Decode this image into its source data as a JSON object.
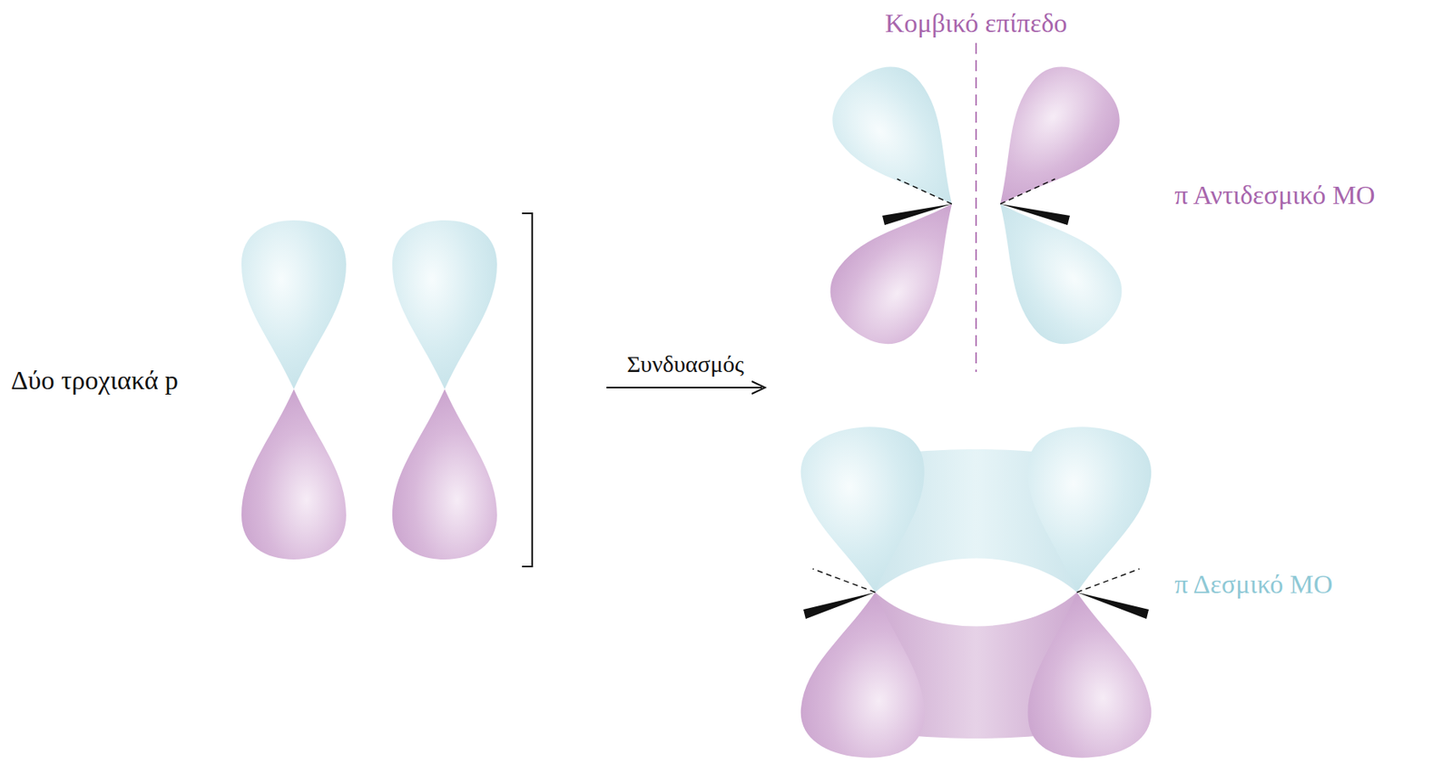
{
  "diagram": {
    "labels": [
      "Κομβικό επίπεδο",
      "π Αντιδεσμικό MO",
      "Δύο τροχιακά p",
      "Συνδυασμός",
      "π Δεσμικό MO"
    ]
  }
}
